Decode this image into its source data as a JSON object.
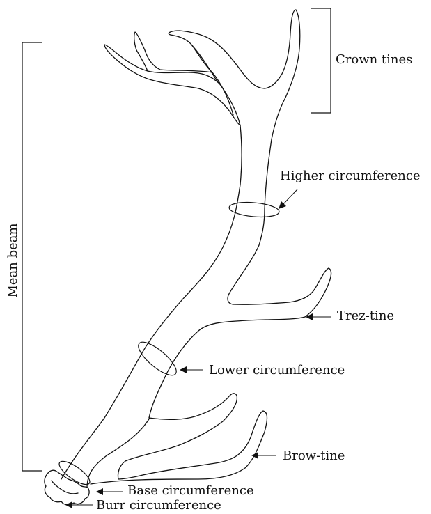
{
  "labels": {
    "crown_tines": "Crown tines",
    "higher_circumference": "Higher circumference",
    "mean_beam": "Mean beam",
    "trez_tine": "Trez-tine",
    "lower_circumference": "Lower circumference",
    "brow_tine": "Brow-tine",
    "base_circumference": "Base circumference",
    "burr_circumference": "Burr circumference"
  },
  "colors": {
    "line": "#111111",
    "background": "#ffffff"
  }
}
